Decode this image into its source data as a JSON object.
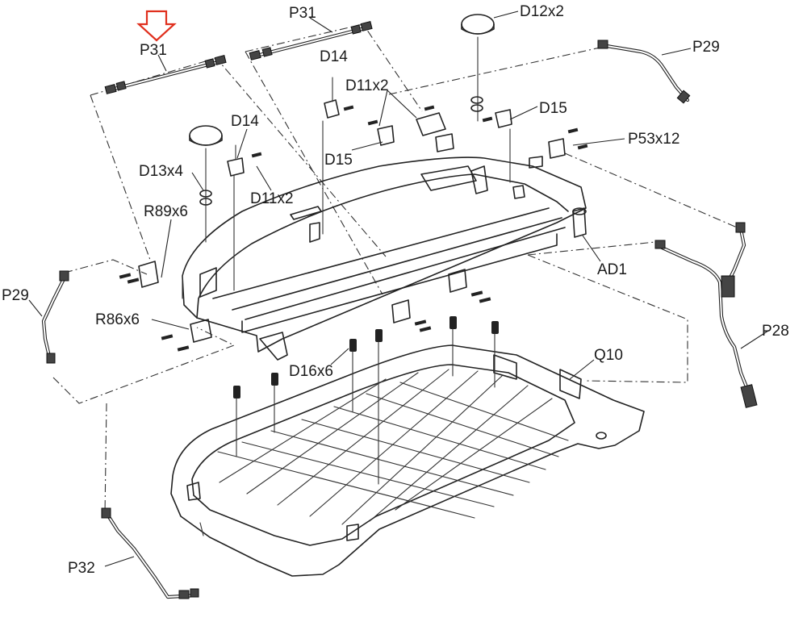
{
  "indicator": {
    "color": "#e0301e",
    "target": "P31"
  },
  "labels": {
    "P31_a": "P31",
    "P31_b": "P31",
    "D12x2": "D12x2",
    "P29_a": "P29",
    "D14_a": "D14",
    "D11x2_a": "D11x2",
    "D15_a": "D15",
    "D14_b": "D14",
    "P53x12": "P53x12",
    "D13x4": "D13x4",
    "D15_b": "D15",
    "D11x2_b": "D11x2",
    "R89x6": "R89x6",
    "AD1": "AD1",
    "P29_b": "P29",
    "P28": "P28",
    "R86x6": "R86x6",
    "Q10": "Q10",
    "D16x6": "D16x6",
    "P32": "P32"
  }
}
